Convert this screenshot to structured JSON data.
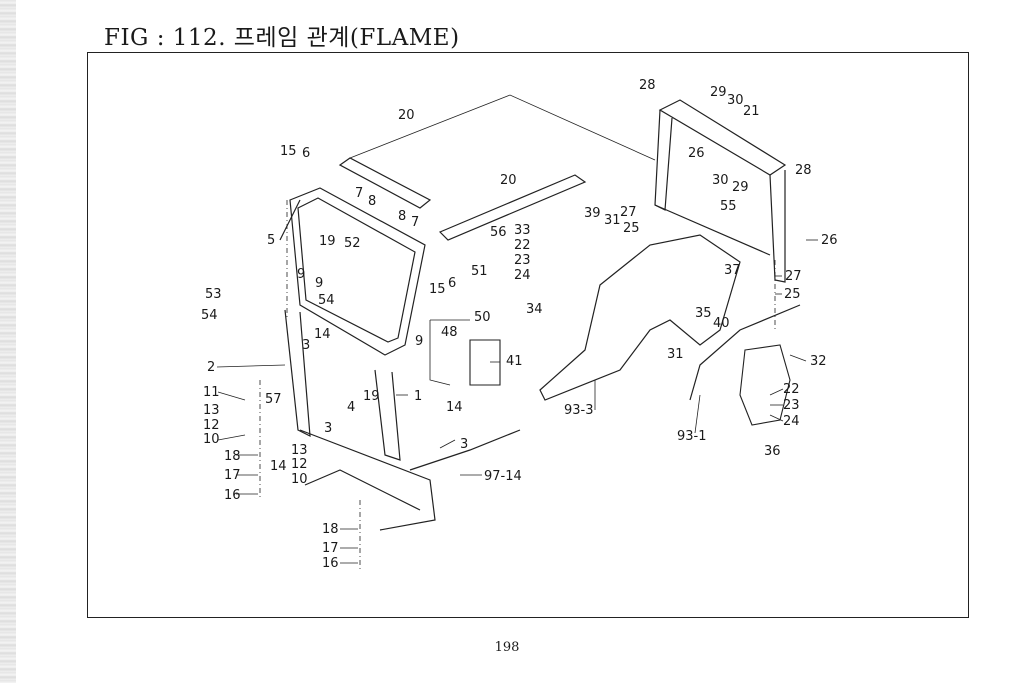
{
  "title": "FIG : 112. 프레임 관계(FLAME)",
  "page_number": "198",
  "callouts": [
    "1",
    "2",
    "3",
    "3",
    "3",
    "4",
    "5",
    "6",
    "6",
    "7",
    "7",
    "8",
    "8",
    "9",
    "9",
    "9",
    "10",
    "10",
    "11",
    "12",
    "12",
    "13",
    "13",
    "14",
    "14",
    "14",
    "15",
    "15",
    "16",
    "16",
    "17",
    "17",
    "18",
    "18",
    "19",
    "19",
    "20",
    "20",
    "21",
    "22",
    "22",
    "23",
    "23",
    "24",
    "24",
    "25",
    "25",
    "26",
    "26",
    "27",
    "27",
    "28",
    "28",
    "29",
    "29",
    "30",
    "30",
    "31",
    "31",
    "32",
    "33",
    "34",
    "35",
    "36",
    "37",
    "39",
    "40",
    "41",
    "48",
    "50",
    "51",
    "52",
    "53",
    "54",
    "54",
    "55",
    "56",
    "57",
    "93-1",
    "93-3",
    "97-14"
  ]
}
